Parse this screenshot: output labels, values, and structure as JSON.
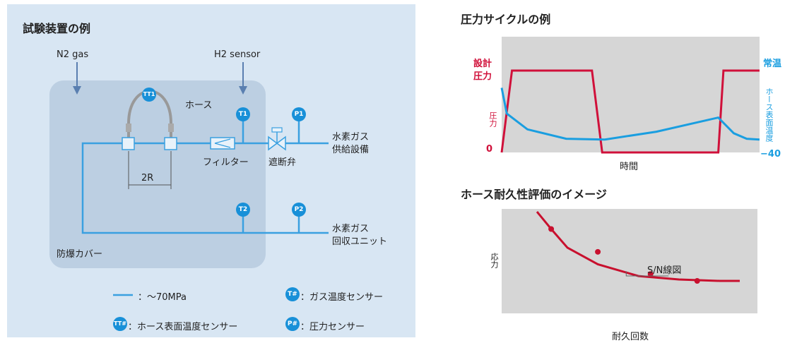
{
  "apparatus": {
    "title": "試験装置の例",
    "n2_label": "N2 gas",
    "h2_label": "H2 sensor",
    "hose_label": "ホース",
    "filter_label": "フィルター",
    "valve_label": "遮断弁",
    "bend_label": "2R",
    "supply_label_1": "水素ガス",
    "supply_label_2": "供給設備",
    "recovery_label_1": "水素ガス",
    "recovery_label_2": "回収ユニット",
    "cover_label": "防爆カバー",
    "sensors": {
      "tt1": "TT1",
      "t1": "T1",
      "p1": "P1",
      "t2": "T2",
      "p2": "P2"
    },
    "legend": {
      "line_text": "：～70MPa",
      "t_badge": "T#",
      "t_text": "：ガス温度センサー",
      "tt_badge": "TT#",
      "tt_text": "：ホース表面温度センサー",
      "p_badge": "P#",
      "p_text": "：圧力センサー"
    },
    "colors": {
      "pipe": "#3aa0e0",
      "sensor": "#1890d8",
      "panel": "#d8e6f3",
      "cover": "#bccfe2"
    }
  },
  "chart_data": [
    {
      "type": "line",
      "title": "圧力サイクルの例",
      "xlabel": "時間",
      "ylabel_left": "圧力",
      "ylabel_right": "ホース表面温度",
      "left_top_label_1": "設計",
      "left_top_label_2": "圧力",
      "left_zero_label": "0",
      "right_top_label": "常温",
      "right_bottom_label": "−40",
      "series": [
        {
          "axis": "left",
          "color": "#d0103a",
          "x": [
            0,
            0.04,
            0.35,
            0.39,
            0.84,
            0.86,
            1.0
          ],
          "y": [
            0,
            1,
            1,
            0,
            0,
            1,
            1
          ]
        },
        {
          "axis": "right",
          "color": "#1a9ee0",
          "x": [
            0,
            0.02,
            0.1,
            0.25,
            0.4,
            0.6,
            0.84,
            0.9,
            0.95,
            1.0
          ],
          "y": [
            0.78,
            0.45,
            0.25,
            0.13,
            0.12,
            0.22,
            0.4,
            0.2,
            0.13,
            0.12
          ]
        }
      ],
      "colors": {
        "plot_bg": "#d6d6d6",
        "pressure": "#d0103a",
        "temperature": "#1a9ee0"
      }
    },
    {
      "type": "line",
      "title": "ホース耐久性評価のイメージ",
      "xlabel": "耐久回数",
      "ylabel": "応力",
      "annotation": "S/N線図",
      "series": [
        {
          "color": "#c8102e",
          "x": [
            0.0,
            0.07,
            0.15,
            0.3,
            0.5,
            0.7,
            0.9,
            1.0
          ],
          "y": [
            1.0,
            0.75,
            0.48,
            0.24,
            0.07,
            0.02,
            0.0,
            0.0
          ]
        }
      ],
      "points": {
        "x": [
          0.07,
          0.3,
          0.56,
          0.79
        ],
        "y": [
          0.75,
          0.42,
          0.1,
          0.0
        ]
      },
      "colors": {
        "plot_bg": "#d6d6d6",
        "curve": "#c8102e"
      }
    }
  ]
}
